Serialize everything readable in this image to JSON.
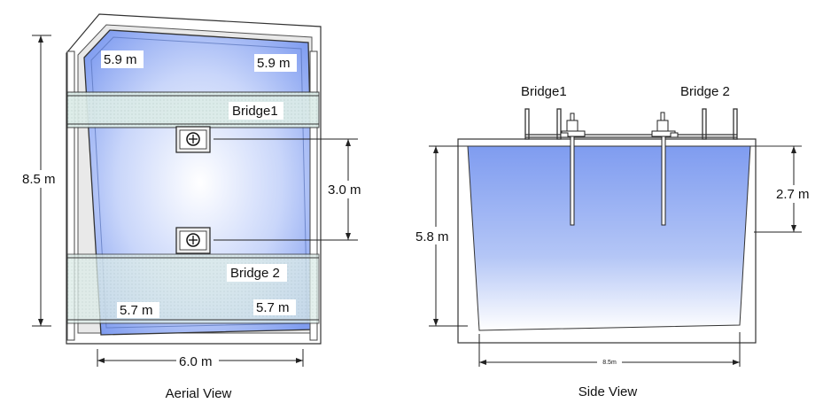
{
  "aerial": {
    "caption": "Aerial View",
    "top_left_dim": "5.9 m",
    "top_right_dim": "5.9 m",
    "bottom_left_dim": "5.7 m",
    "bottom_right_dim": "5.7 m",
    "bridge1_label": "Bridge1",
    "bridge2_label": "Bridge 2",
    "length_dim": "8.5 m",
    "width_dim": "6.0 m",
    "sensor_spacing_dim": "3.0 m"
  },
  "side": {
    "caption": "Side View",
    "bridge1_label": "Bridge1",
    "bridge2_label": "Bridge 2",
    "depth_dim": "5.8 m",
    "probe_depth_dim": "2.7 m",
    "length_dim": "8.5m"
  },
  "colors": {
    "water_deep": "#7f9cf0",
    "water_light": "#ffffff",
    "bridge_fill": "#d9ebe6",
    "outline": "#333333"
  }
}
